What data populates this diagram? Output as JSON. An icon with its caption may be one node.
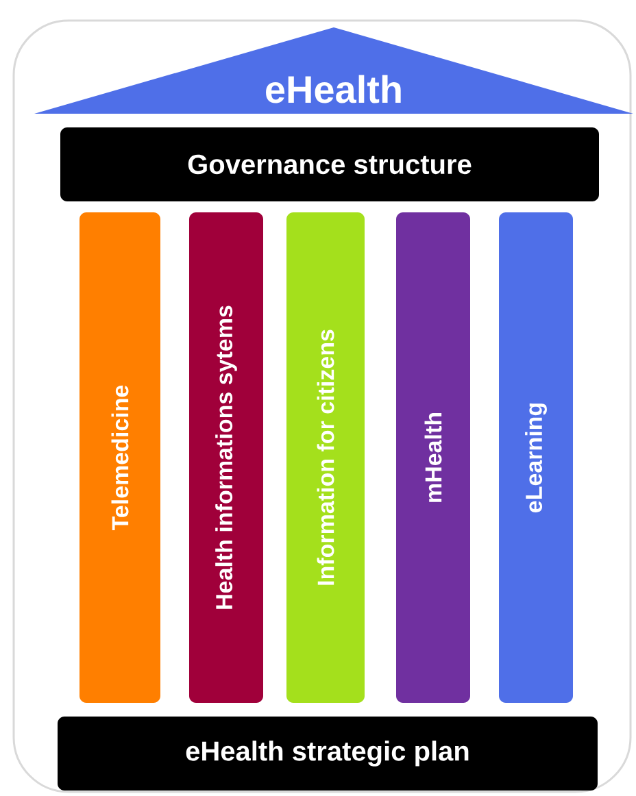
{
  "diagram": {
    "nodes": [
      {
        "text": [
          "eHealth"
        ]
      },
      {
        "text": [
          "Governance structure"
        ]
      },
      {
        "text": [
          "Telemedicine"
        ]
      },
      {
        "text": [
          "Health informations sytems"
        ]
      },
      {
        "text": [
          "Information for citizens"
        ]
      },
      {
        "text": [
          "mHealth"
        ]
      },
      {
        "text": [
          "eLearning"
        ]
      },
      {
        "text": [
          "eHealth strategic plan"
        ]
      }
    ]
  }
}
